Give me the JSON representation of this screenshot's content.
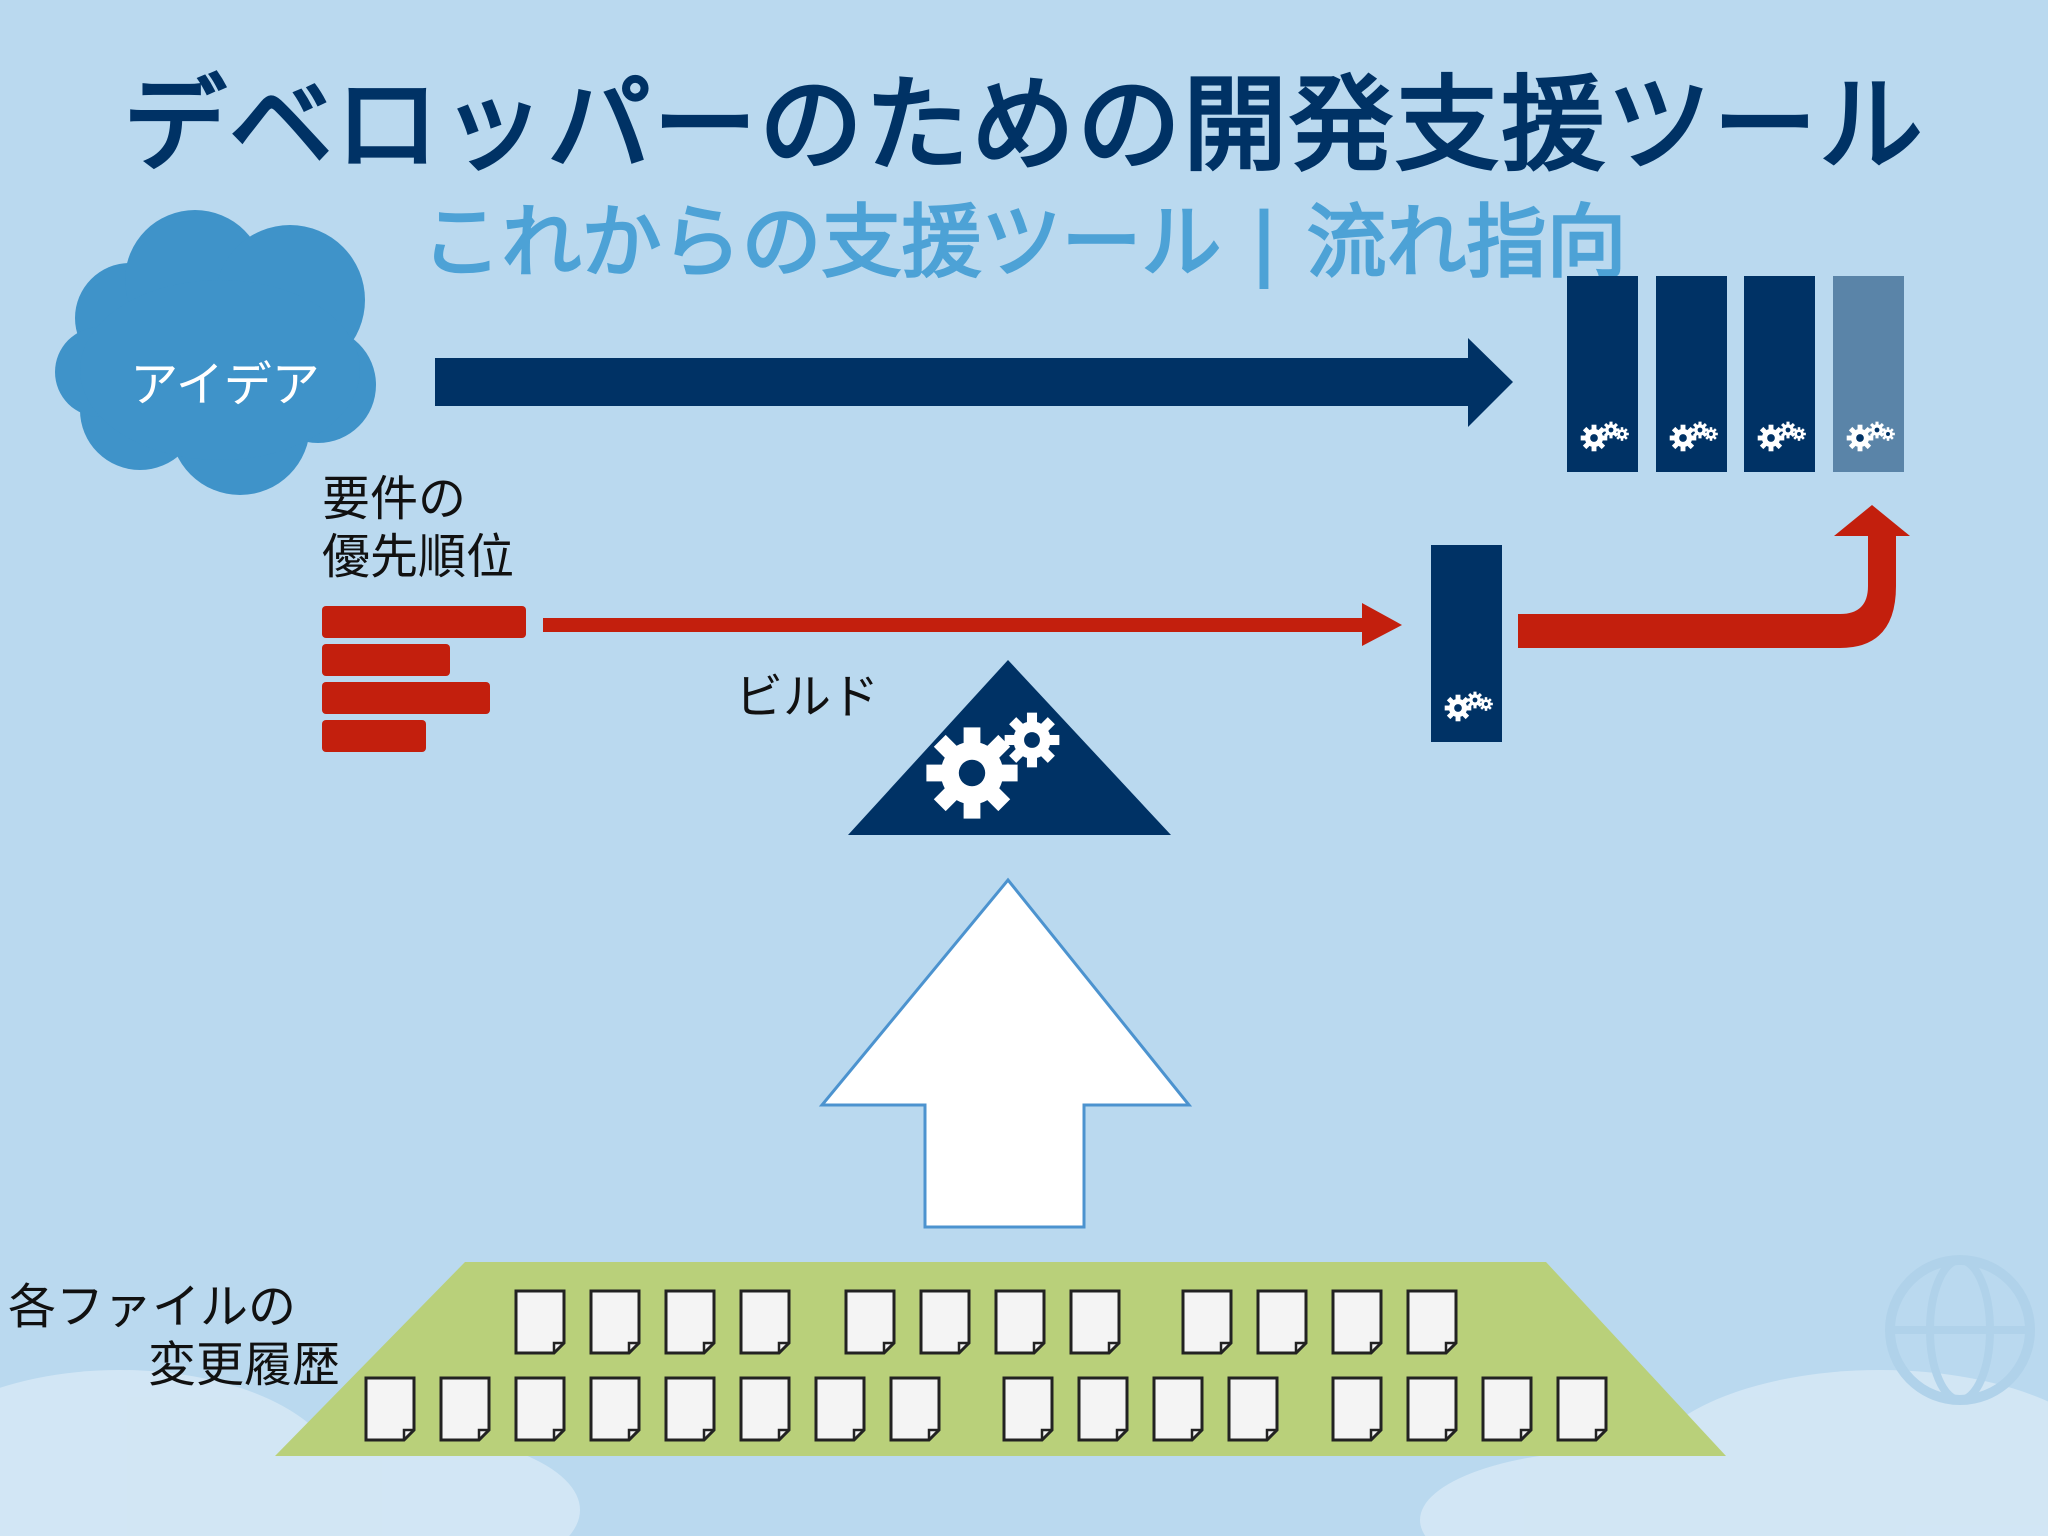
{
  "slide": {
    "title": "デベロッパーのための開発支援ツール",
    "subtitle": "これからの支援ツール | 流れ指向"
  },
  "labels": {
    "idea": "アイデア",
    "requirement_line1": "要件の",
    "requirement_line2": "優先順位",
    "build": "ビルド",
    "history_line1": "各ファイルの",
    "history_line2": "変更履歴"
  },
  "diagram": {
    "release_bar_count": 4,
    "priority_bar_count": 4,
    "file_groups_row1": [
      4,
      4,
      4
    ],
    "file_groups_row2": [
      8,
      4,
      4
    ]
  },
  "colors": {
    "background": "#bad9ef",
    "navy": "#003265",
    "red": "#c31f0d",
    "cloud": "#3f93c9",
    "green": "#b9d07a",
    "faded_bar": "#5a84a8"
  }
}
